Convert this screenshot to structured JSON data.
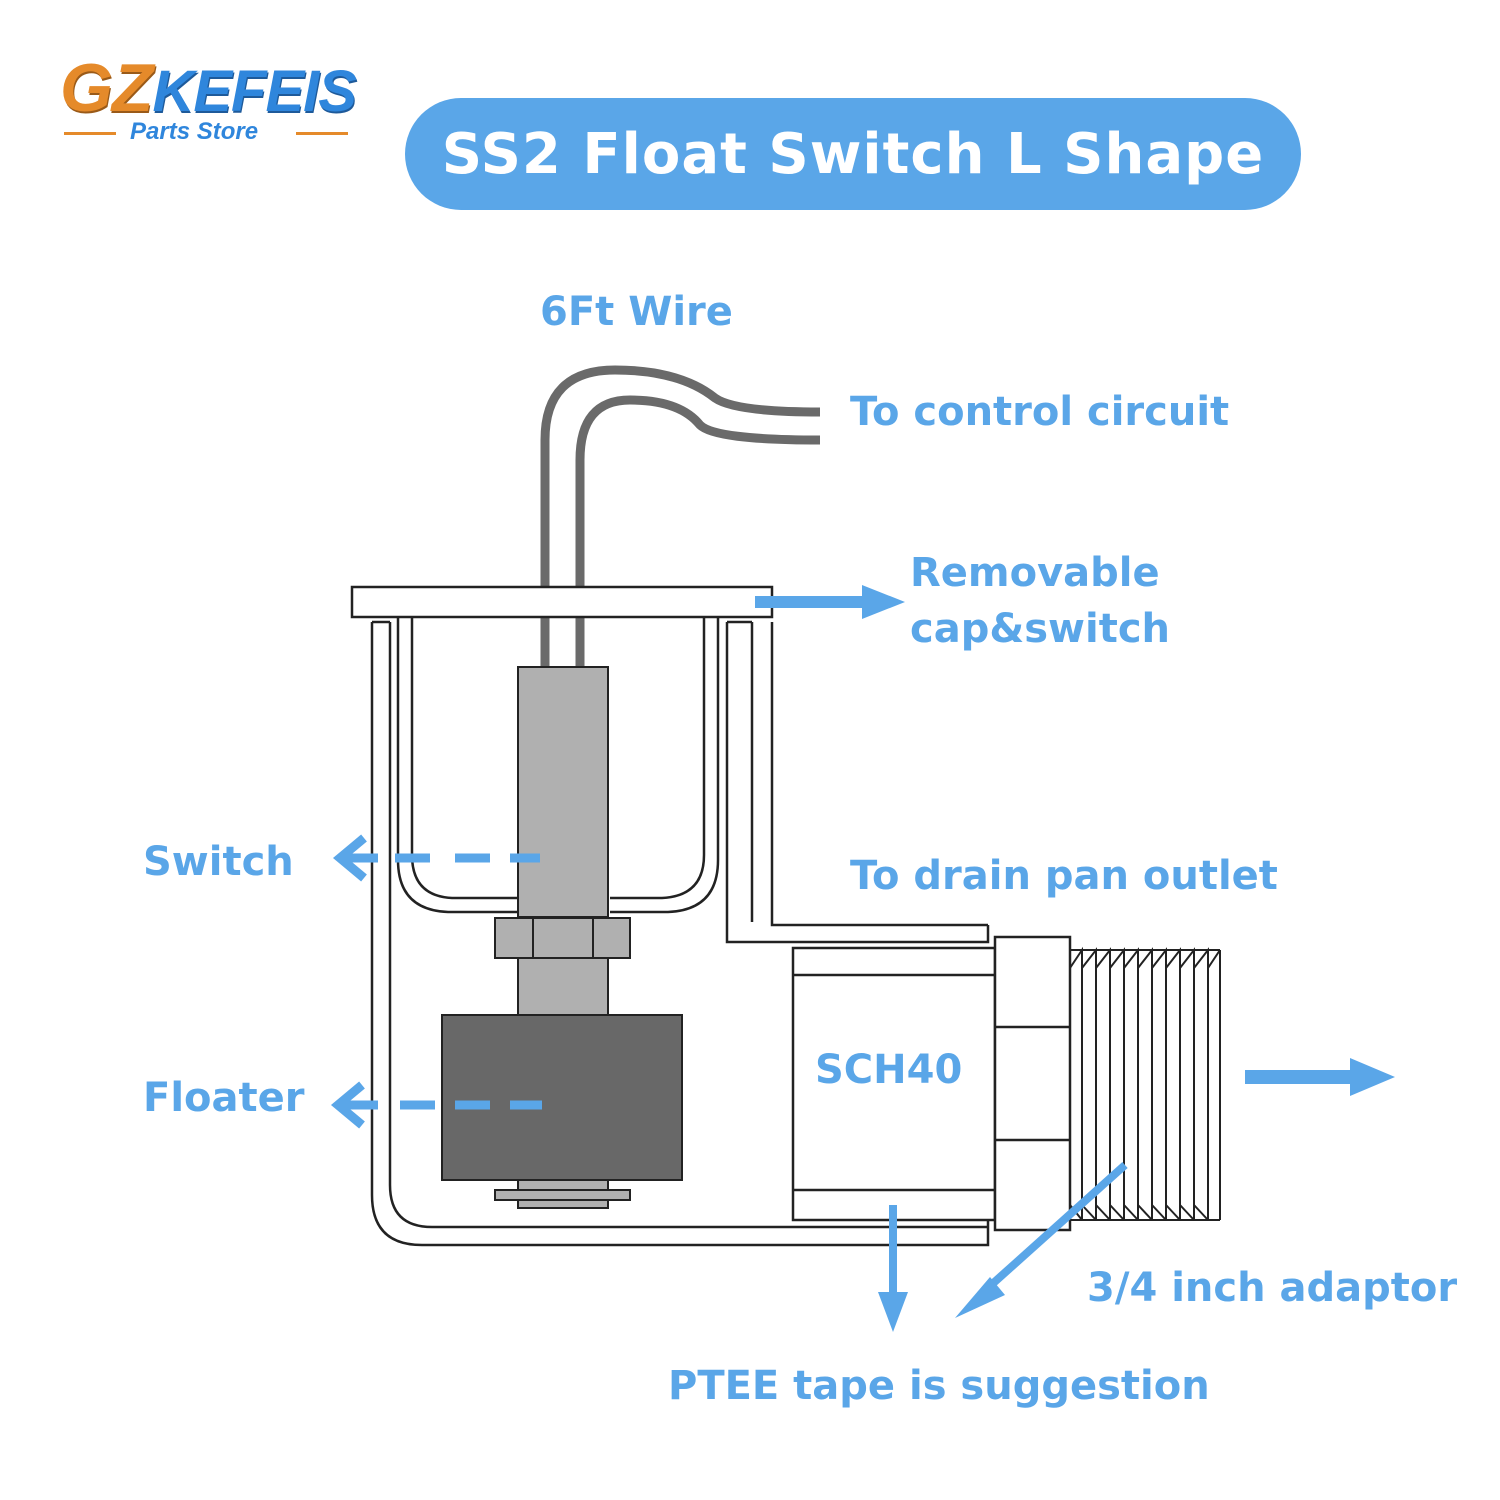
{
  "logo": {
    "brand_gz": "GZ",
    "brand_rest": "KEFEIS",
    "sub": "Parts Store"
  },
  "title": "SS2 Float Switch L Shape",
  "labels": {
    "wire": "6Ft Wire",
    "control": "To control circuit",
    "removable_1": "Removable",
    "removable_2": "cap&switch",
    "switch": "Switch",
    "drain": "To drain pan outlet",
    "floater": "Floater",
    "sch40": "SCH40",
    "adaptor": "3/4 inch adaptor",
    "ptee": "PTEE tape is suggestion"
  },
  "colors": {
    "accent": "#5aa6e8",
    "logo_orange": "#e58a2a",
    "logo_blue": "#2f86dc",
    "switch_body": "#b0b0b0",
    "floater": "#686868",
    "wire": "#6a6a6a"
  }
}
